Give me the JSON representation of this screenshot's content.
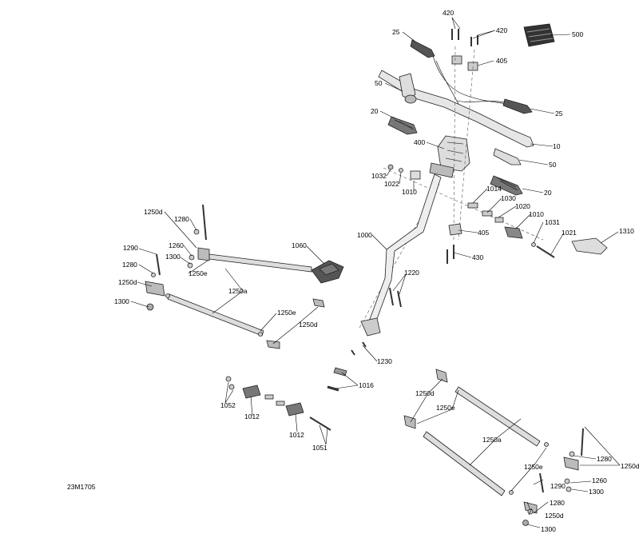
{
  "diagram": {
    "reference_code": "23M1705",
    "callouts": [
      "420",
      "420",
      "25",
      "500",
      "405",
      "50",
      "25",
      "20",
      "10",
      "400",
      "50",
      "1032",
      "1022",
      "1010",
      "1014",
      "20",
      "1030",
      "1020",
      "1010",
      "1031",
      "1021",
      "1310",
      "405",
      "430",
      "1000",
      "1220",
      "1230",
      "1016",
      "1250d",
      "1280",
      "1290",
      "1260",
      "1300",
      "1280",
      "1250e",
      "1250d",
      "1300",
      "1250a",
      "1250e",
      "1250d",
      "1060",
      "1052",
      "1012",
      "1012",
      "1051",
      "1250d",
      "1250e",
      "1250a",
      "1250e",
      "1250d",
      "1280",
      "1260",
      "1290",
      "1300",
      "1280",
      "1250d",
      "1300"
    ]
  }
}
